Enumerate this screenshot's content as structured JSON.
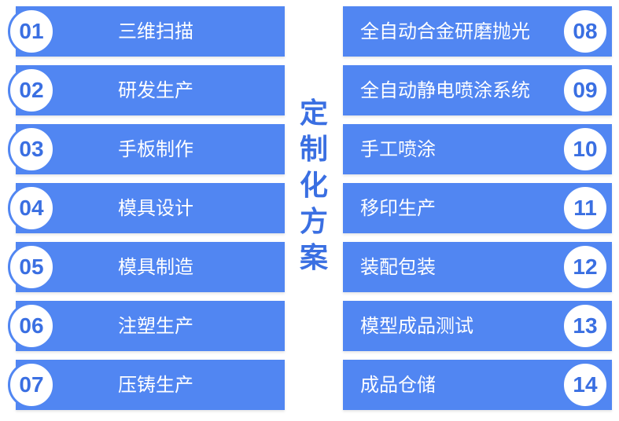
{
  "title_chars": [
    "定",
    "制",
    "化",
    "方",
    "案"
  ],
  "left_items": [
    {
      "num": "01",
      "label": "三维扫描"
    },
    {
      "num": "02",
      "label": "研发生产"
    },
    {
      "num": "03",
      "label": "手板制作"
    },
    {
      "num": "04",
      "label": "模具设计"
    },
    {
      "num": "05",
      "label": "模具制造"
    },
    {
      "num": "06",
      "label": "注塑生产"
    },
    {
      "num": "07",
      "label": "压铸生产"
    }
  ],
  "right_items": [
    {
      "num": "08",
      "label": "全自动合金研磨抛光"
    },
    {
      "num": "09",
      "label": "全自动静电喷涂系统"
    },
    {
      "num": "10",
      "label": "手工喷涂"
    },
    {
      "num": "11",
      "label": "移印生产"
    },
    {
      "num": "12",
      "label": "装配包装"
    },
    {
      "num": "13",
      "label": "模型成品测试"
    },
    {
      "num": "14",
      "label": "成品仓储"
    }
  ],
  "colors": {
    "accent": "#5186f2",
    "number_text": "#3a6fe2",
    "label_text": "#ffffff"
  }
}
